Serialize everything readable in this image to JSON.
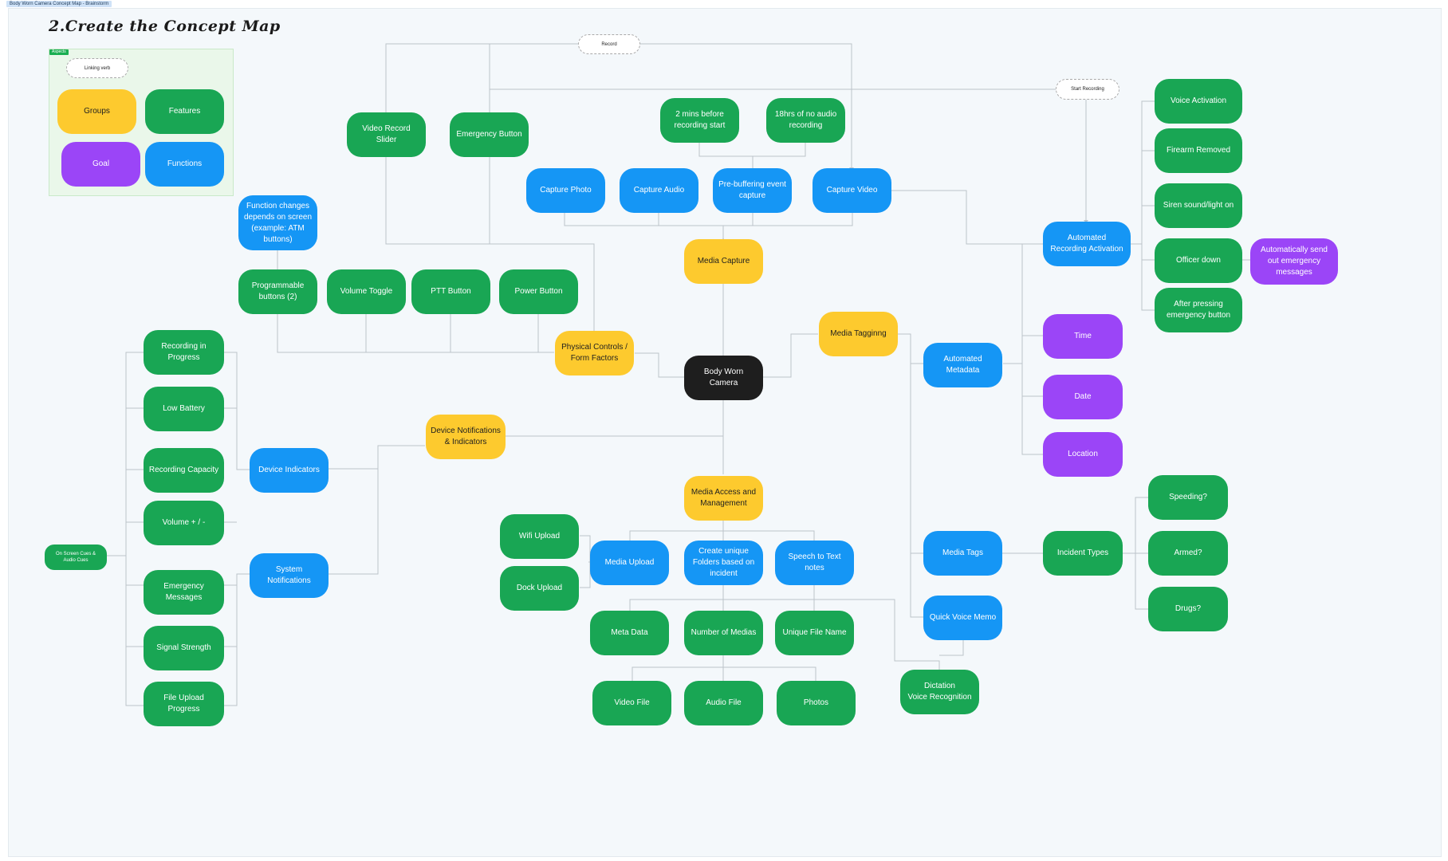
{
  "board": {
    "tab_label": "Body Worn Camera Concept Map - Brainstorm",
    "title": "2.Create the Concept Map"
  },
  "legend": {
    "tag": "Aspects",
    "linking": "Linking verb",
    "groups": "Groups",
    "features": "Features",
    "goal": "Goal",
    "functions": "Functions"
  },
  "colors": {
    "green": "#19a654",
    "blue": "#1596f5",
    "yellow": "#fdca2e",
    "purple": "#9b45f7",
    "black": "#1e1e1e",
    "connector": "#bcc3c9"
  },
  "nodes": {
    "record": "Record",
    "start_recording": "Start Recording",
    "video_record_slider": "Video Record Slider",
    "emergency_button": "Emergency Button",
    "two_mins": "2 mins before\nrecording start",
    "no_audio": "18hrs of no audio\nrecording",
    "capture_photo": "Capture Photo",
    "capture_audio": "Capture Audio",
    "prebuffering": "Pre-buffering event\ncapture",
    "capture_video": "Capture Video",
    "function_changes": "Function changes\ndepends on screen\n(example: ATM\nbuttons)",
    "programmable": "Programmable\nbuttons (2)",
    "volume_toggle": "Volume Toggle",
    "ptt": "PTT Button",
    "power": "Power Button",
    "media_capture": "Media Capture",
    "physical_controls": "Physical Controls /\nForm Factors",
    "body_worn_camera": "Body Worn Camera",
    "media_tagging": "Media Tagginng",
    "automated_metadata": "Automated\nMetadata",
    "automated_recording": "Automated\nRecording Activation",
    "voice_activation": "Voice Activation",
    "firearm_removed": "Firearm Removed",
    "siren": "Siren sound/light on",
    "officer_down": "Officer down",
    "auto_send": "Automatically send\nout emergency\nmessages",
    "after_pressing": "After pressing\nemergency button",
    "time": "Time",
    "date": "Date",
    "location": "Location",
    "recording_in_progress": "Recording in\nProgress",
    "low_battery": "Low Battery",
    "recording_capacity": "Recording Capacity",
    "volume": "Volume + / -",
    "emergency_messages": "Emergency\nMessages",
    "signal_strength": "Signal Strength",
    "file_upload_progress": "File Upload\nProgress",
    "on_screen_cues": "On Screen Cues &\nAudio Cues",
    "device_indicators": "Device Indicators",
    "system_notifications": "System\nNotifications",
    "device_notifications": "Device Notifications\n& Indicators",
    "media_access": "Media Access and\nManagement",
    "wifi_upload": "Wifi Upload",
    "dock_upload": "Dock Upload",
    "media_upload": "Media Upload",
    "create_folders": "Create unique\nFolders based on\nincident",
    "speech_to_text": "Speech to Text\nnotes",
    "meta_data": "Meta Data",
    "number_of_medias": "Number of Medias",
    "unique_file_name": "Unique File Name",
    "video_file": "Video File",
    "audio_file": "Audio File",
    "photos": "Photos",
    "media_tags": "Media Tags",
    "incident_types": "Incident Types",
    "speeding": "Speeding?",
    "armed": "Armed?",
    "drugs": "Drugs?",
    "quick_voice_memo": "Quick Voice Memo",
    "dictation": "Dictation\nVoice Recognition"
  }
}
